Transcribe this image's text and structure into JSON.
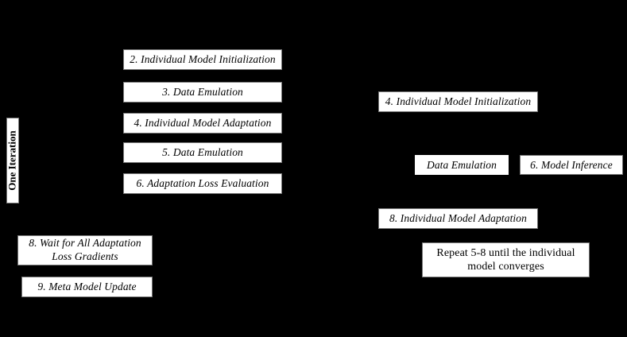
{
  "diagram": {
    "background_color": "#000000",
    "box_fill_color": "#ffffff",
    "box_text_color": "#000000",
    "iteration_label": "One Iteration",
    "center_column": [
      {
        "label": "2. Individual Model Initialization",
        "style": "italic",
        "border": "solid"
      },
      {
        "label": "3. Data Emulation",
        "style": "italic",
        "border": "solid"
      },
      {
        "label": "4. Individual Model Adaptation",
        "style": "italic",
        "border": "solid"
      },
      {
        "label": "5. Data Emulation",
        "style": "italic",
        "border": "solid"
      },
      {
        "label": "6. Adaptation Loss Evaluation",
        "style": "italic",
        "border": "solid"
      }
    ],
    "left_column": [
      {
        "label": "8. Wait for All Adaptation Loss Gradients",
        "style": "italic",
        "border": "solid"
      },
      {
        "label": "9. Meta Model Update",
        "style": "italic",
        "border": "solid"
      }
    ],
    "right_column": [
      {
        "label": "4. Individual Model Initialization",
        "style": "italic",
        "border": "solid"
      },
      {
        "label": "Data Emulation",
        "style": "italic",
        "border": "dashed"
      },
      {
        "label": "6. Model Inference",
        "style": "italic",
        "border": "solid"
      },
      {
        "label": "8. Individual Model Adaptation",
        "style": "italic",
        "border": "solid"
      },
      {
        "label": "Repeat 5-8 until the individual model converges",
        "style": "plain",
        "border": "solid"
      }
    ]
  }
}
